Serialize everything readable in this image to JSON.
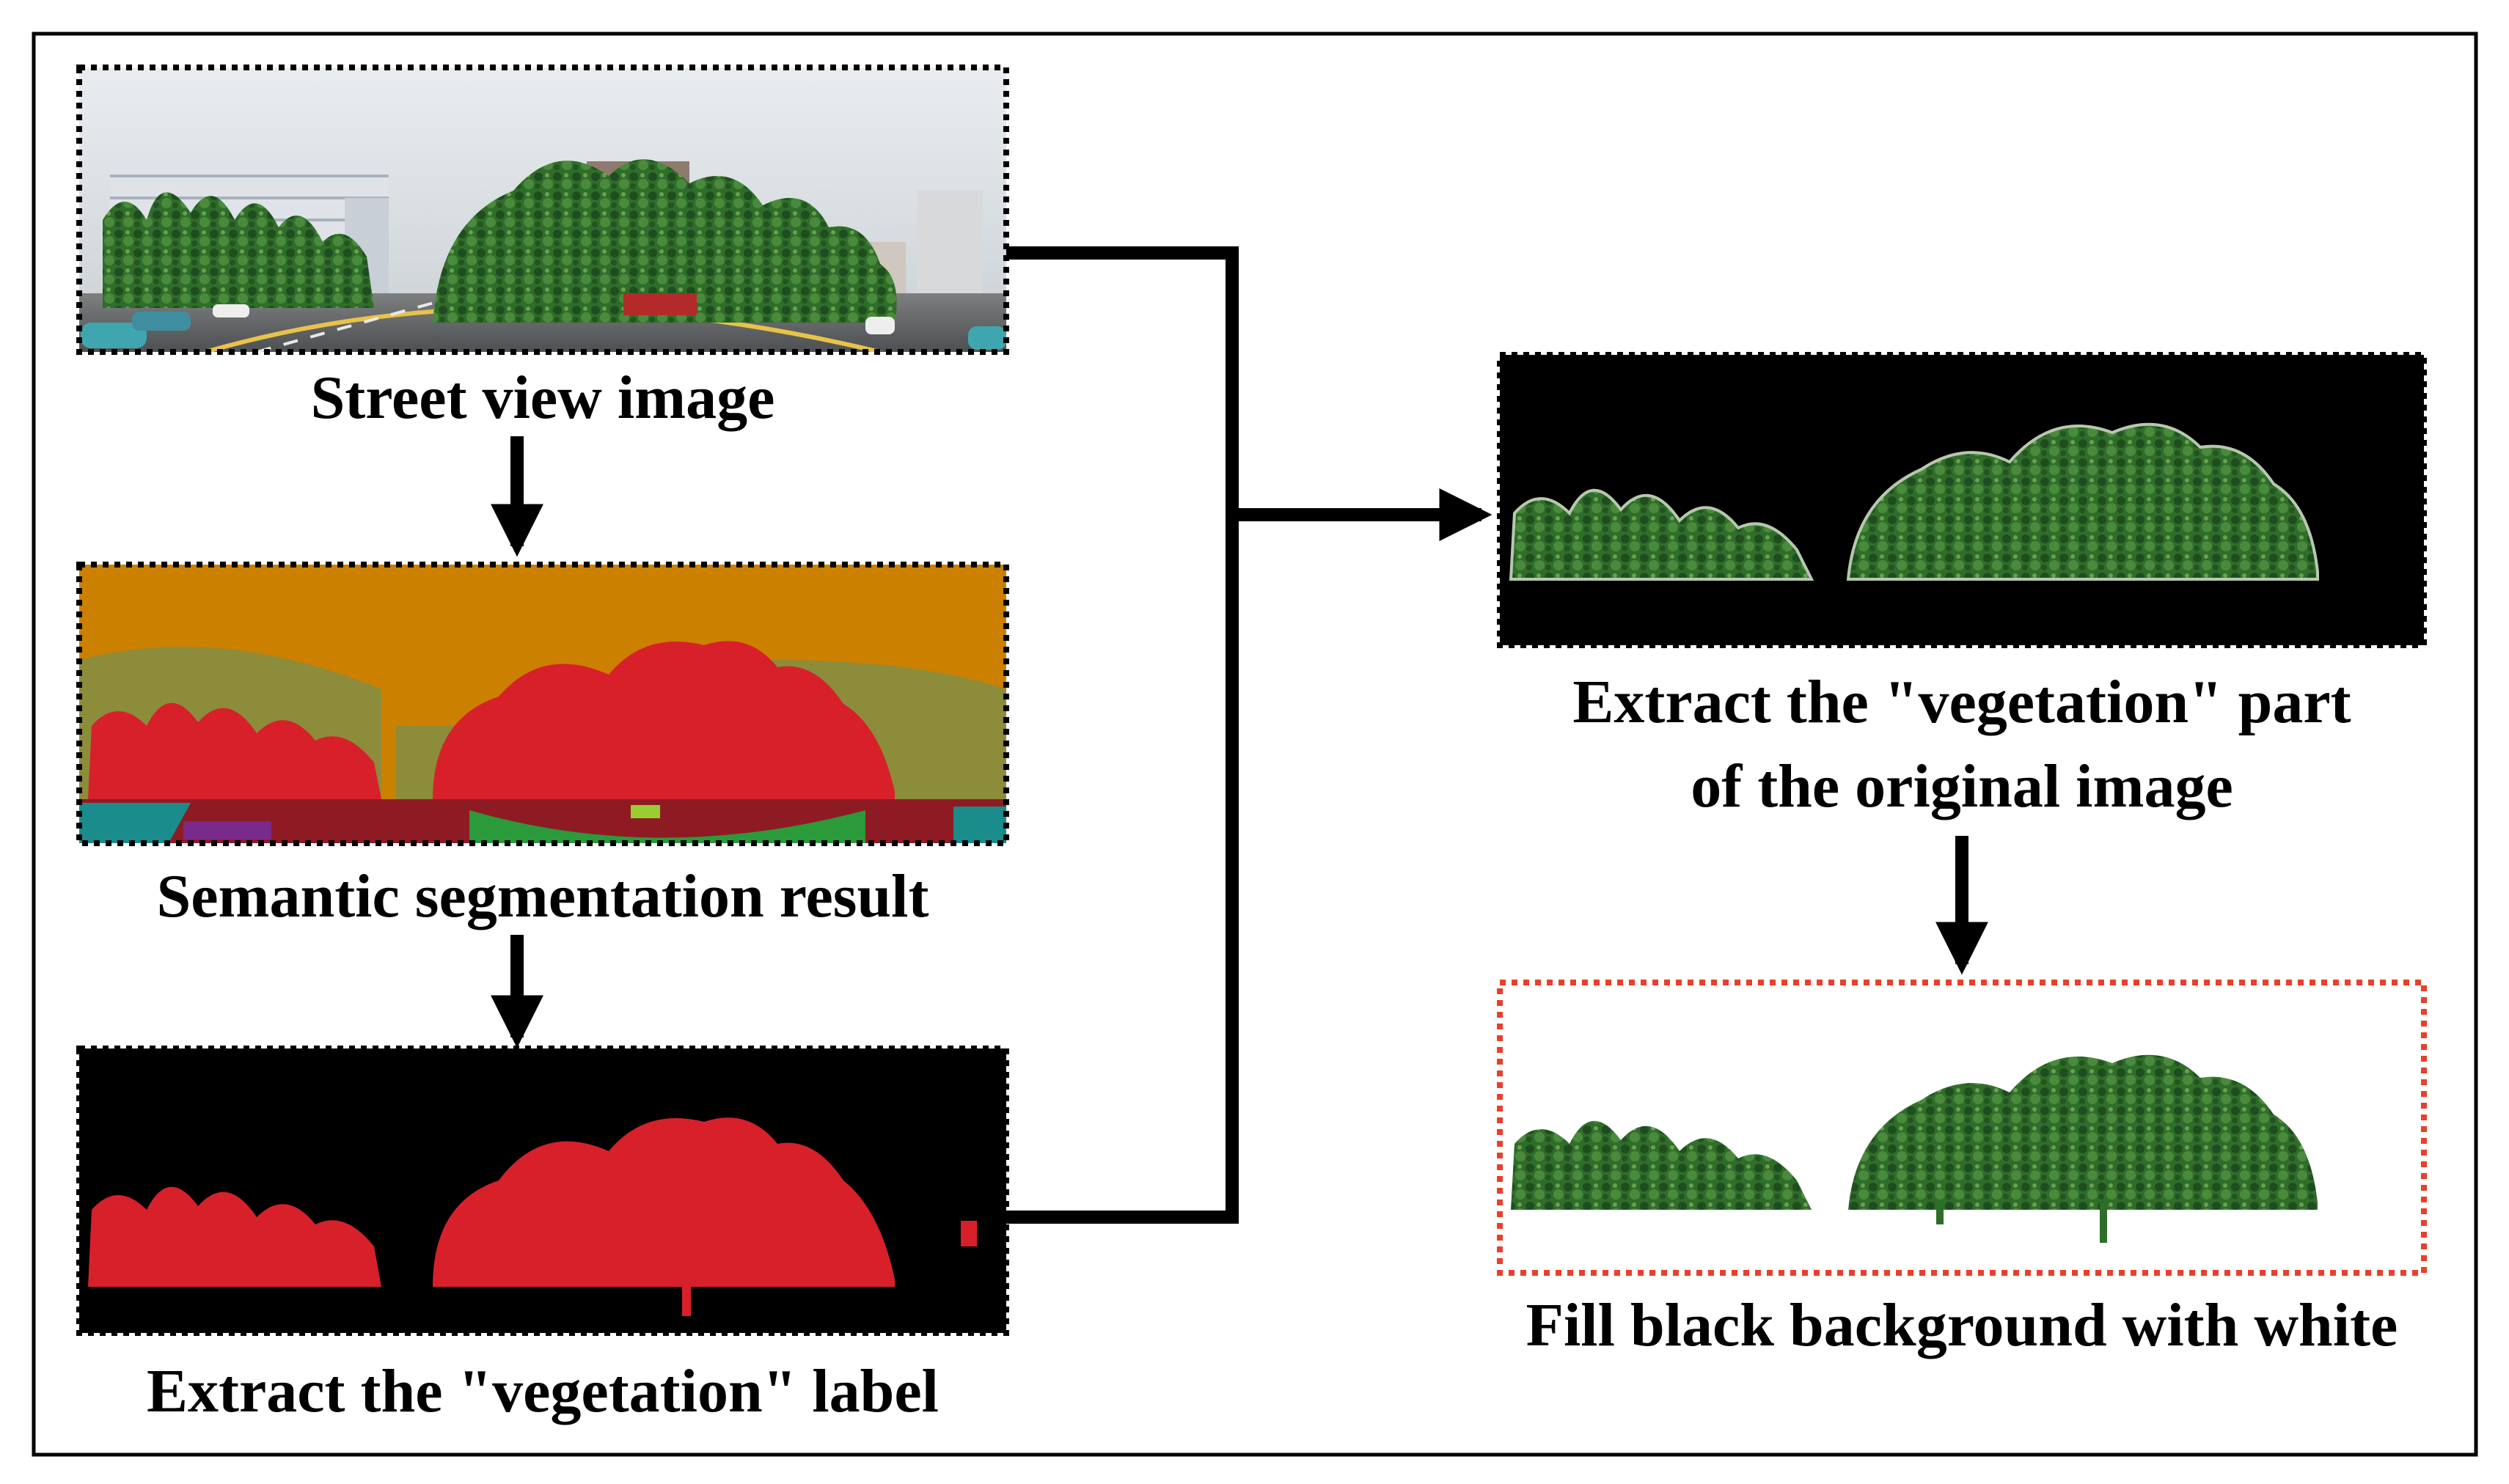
{
  "steps": {
    "street_view": {
      "caption": "Street view image"
    },
    "segmentation": {
      "caption": "Semantic segmentation result"
    },
    "vegetation_label": {
      "caption": "Extract the \"vegetation\" label"
    },
    "vegetation_part": {
      "caption_line1": "Extract the \"vegetation\" part",
      "caption_line2": "of the original image"
    },
    "fill_white": {
      "caption": "Fill black background with white"
    }
  },
  "colors": {
    "frame": "#000000",
    "highlight_border": "#e8402a",
    "label_vegetation": "#d8202a",
    "seg_sky": "#cc8000",
    "seg_building": "#8c8c3a",
    "seg_road": "#8e1b24",
    "seg_sidewalk": "#1a8c8c",
    "seg_grass": "#2a9a3a",
    "tree_dark": "#1f4d1f",
    "tree_mid": "#2f6e2a",
    "tree_light": "#4a8a3c"
  }
}
